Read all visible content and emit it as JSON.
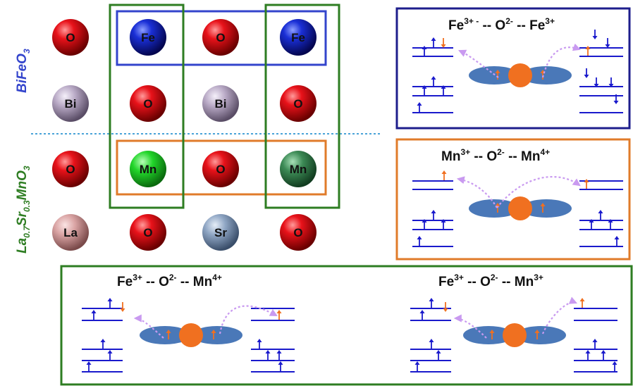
{
  "colors": {
    "oxygen": "#e8121a",
    "iron": "#1a2fd6",
    "bismuth": "#b9aac6",
    "manganese_bright": "#22d52a",
    "manganese_dark": "#3c8a55",
    "lanthanum": "#d9a3a3",
    "strontium": "#8fa6c4",
    "bfo_accent": "#3344cc",
    "lsmo_accent": "#2e7d22",
    "orange_accent": "#e07b2a",
    "navy_frame": "#1e1e8c",
    "level_line": "#1a1acc",
    "spin_orange": "#f07020",
    "orbital_blue": "#4a78b8",
    "dashed_purple": "#c99af0",
    "divider_cyan": "#4aa3d8"
  },
  "lattice": {
    "rows": [
      [
        "O",
        "Fe",
        "O",
        "Fe"
      ],
      [
        "Bi",
        "O",
        "Bi",
        "O"
      ],
      [
        "O",
        "Mn",
        "O",
        "Mn"
      ],
      [
        "La",
        "O",
        "Sr",
        "O"
      ]
    ]
  },
  "side_labels": {
    "bfo": {
      "main": "BiFeO",
      "sub": "3"
    },
    "lsmo": {
      "p1": "La",
      "s1": "0.7",
      "p2": "Sr",
      "s2": "0.3",
      "p3": "MnO",
      "s3": "3"
    }
  },
  "panels": {
    "fe_fe": {
      "t1": "Fe",
      "c1": "3+ -",
      "t2": " -- O",
      "c2": "2-",
      "t3": " -- Fe",
      "c3": "3+"
    },
    "mn_mn": {
      "t1": "Mn",
      "c1": "3+",
      "t2": " -- O",
      "c2": "2-",
      "t3": " -- Mn",
      "c3": "4+"
    },
    "fe_mn4": {
      "t1": "Fe",
      "c1": "3+",
      "t2": " -- O",
      "c2": "2-",
      "t3": " -- Mn",
      "c3": "4+"
    },
    "fe_mn3": {
      "t1": "Fe",
      "c1": "3+",
      "t2": " -- O",
      "c2": "2-",
      "t3": " -- Mn",
      "c3": "3+"
    }
  }
}
